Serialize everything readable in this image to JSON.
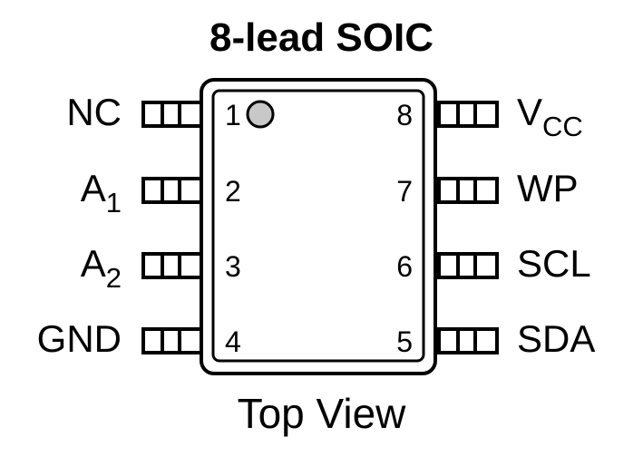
{
  "title": "8-lead SOIC",
  "caption": "Top View",
  "colors": {
    "outline": "#000000",
    "pin1_marker": "#c8c8c8"
  },
  "left_pins": [
    {
      "number": "1",
      "label": "NC",
      "sub": ""
    },
    {
      "number": "2",
      "label": "A",
      "sub": "1"
    },
    {
      "number": "3",
      "label": "A",
      "sub": "2"
    },
    {
      "number": "4",
      "label": "GND",
      "sub": ""
    }
  ],
  "right_pins": [
    {
      "number": "8",
      "label": "V",
      "sub": "CC"
    },
    {
      "number": "7",
      "label": "WP",
      "sub": ""
    },
    {
      "number": "6",
      "label": "SCL",
      "sub": ""
    },
    {
      "number": "5",
      "label": "SDA",
      "sub": ""
    }
  ]
}
